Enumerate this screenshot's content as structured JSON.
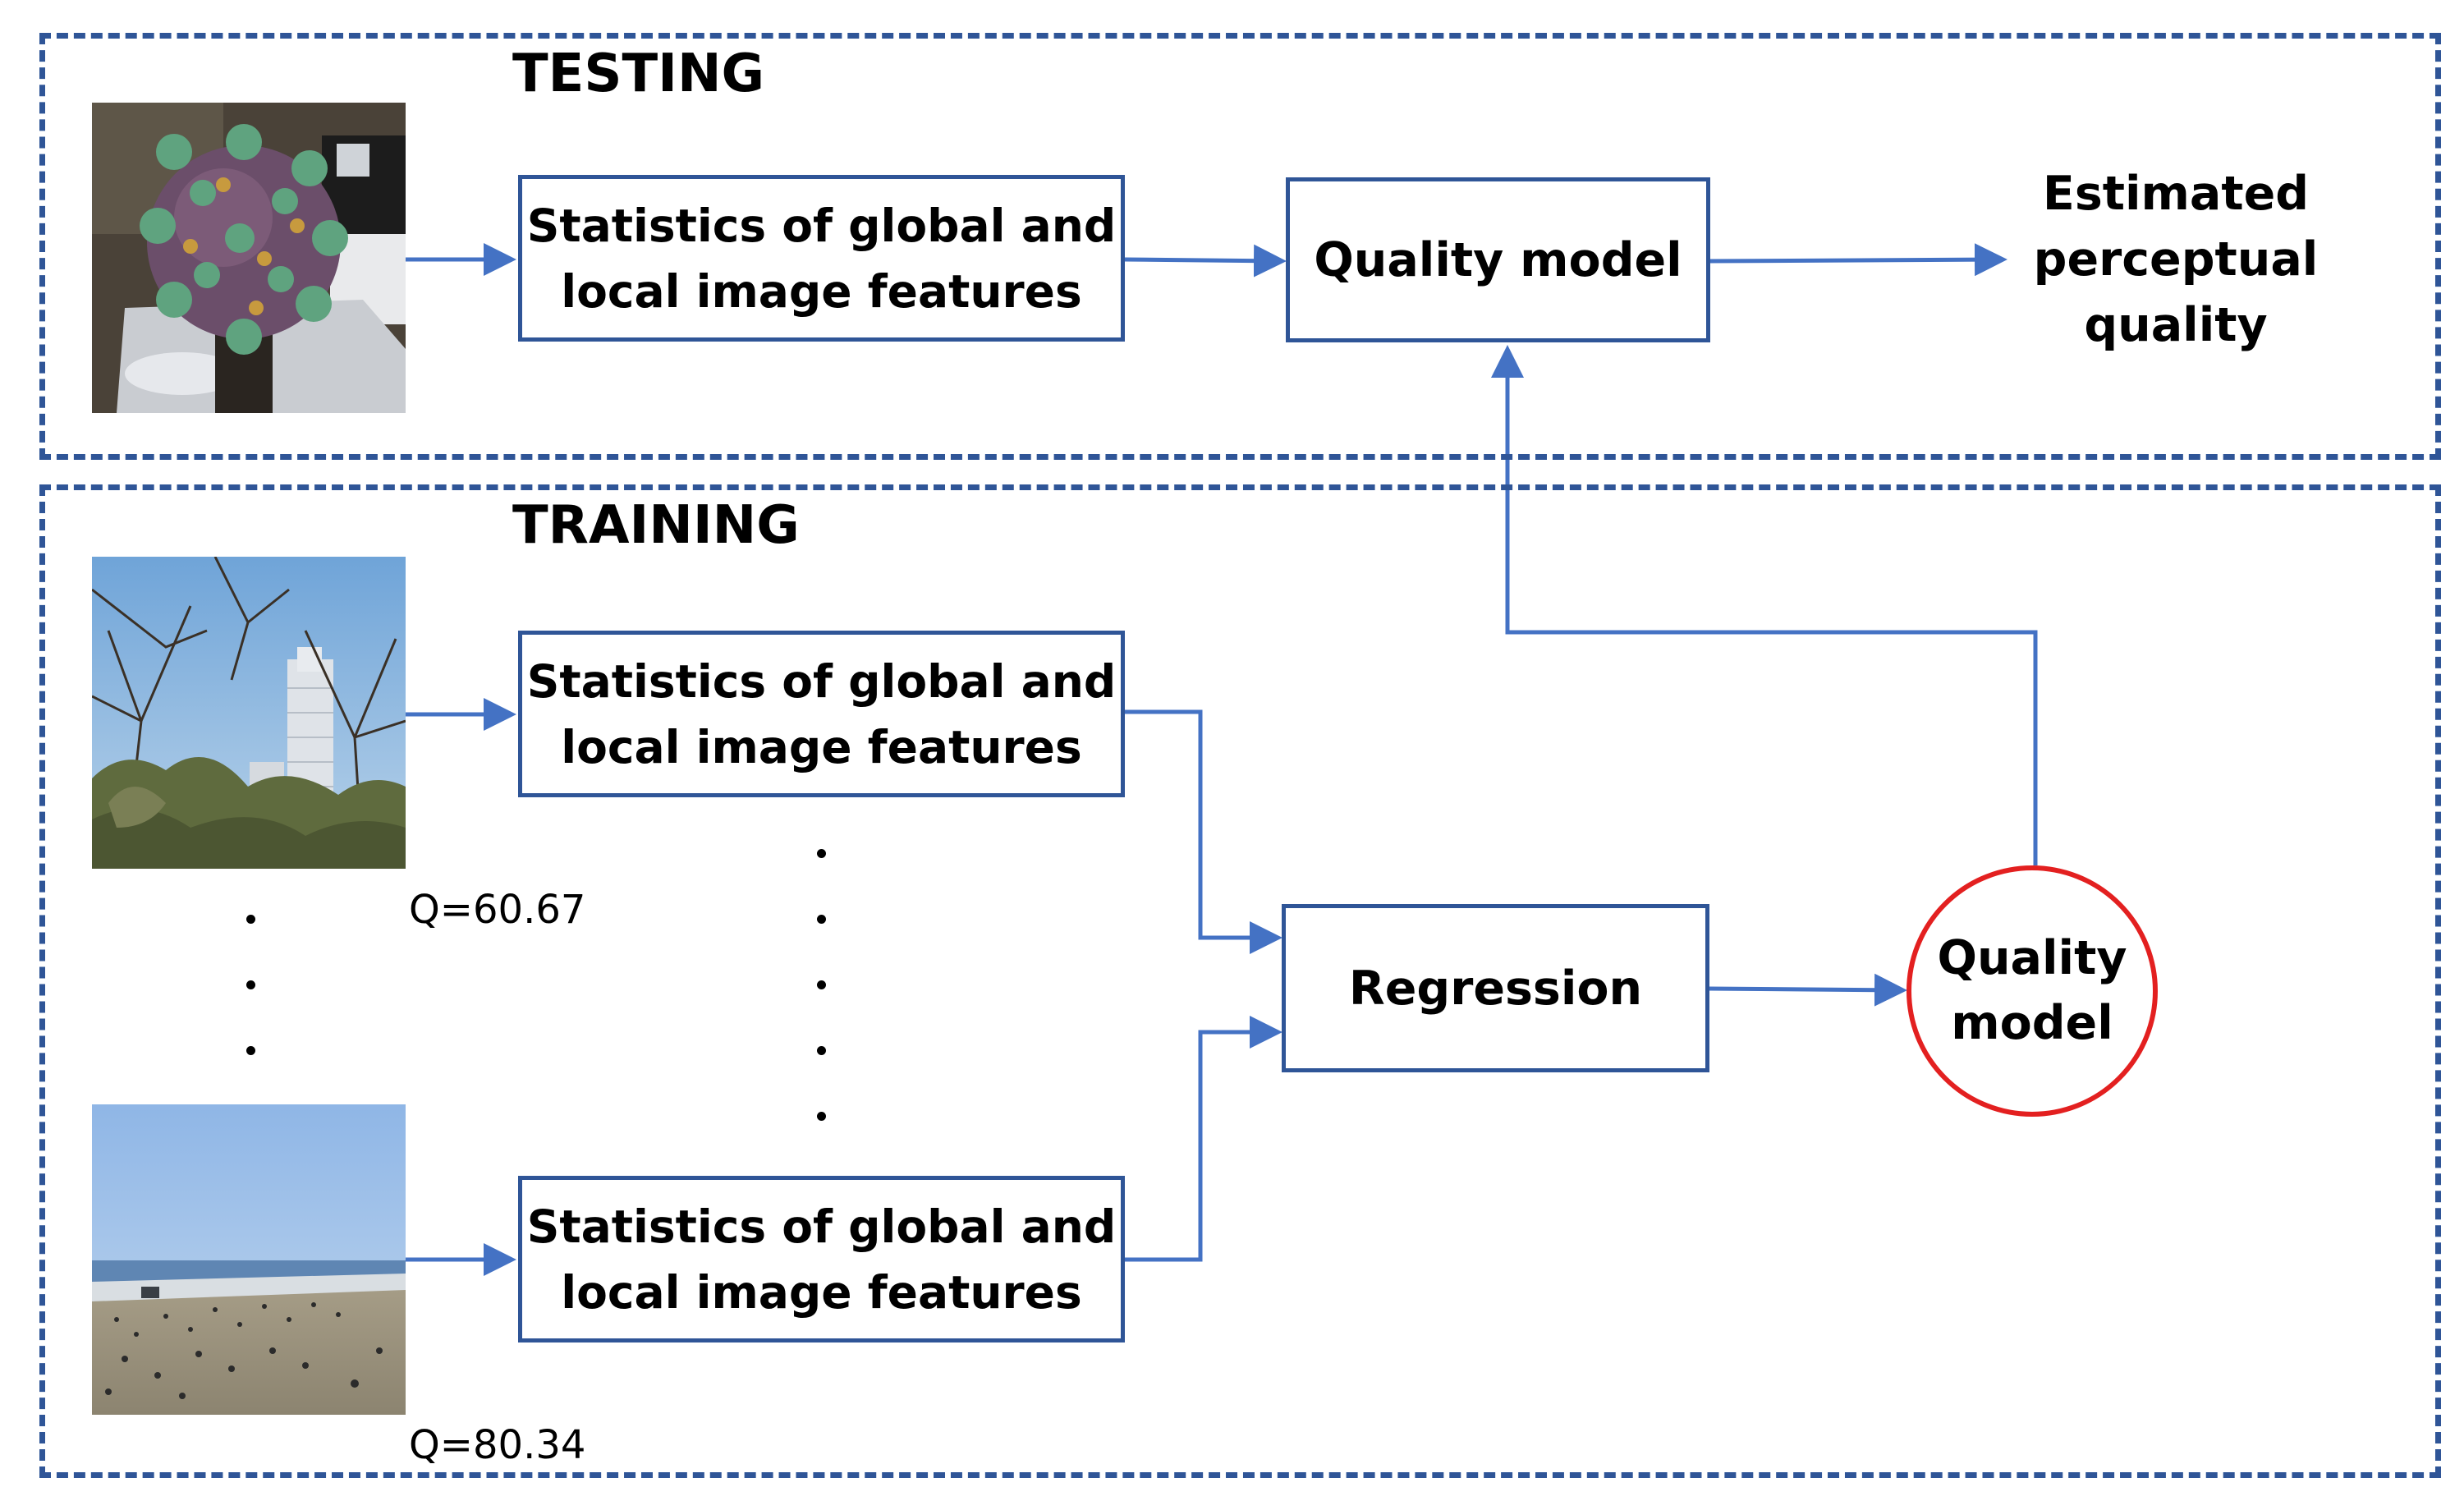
{
  "sections": {
    "testing_title": "TESTING",
    "training_title": "TRAINING"
  },
  "testing": {
    "features_box": {
      "line1": "Statistics of global and",
      "line2": "local image features"
    },
    "quality_model_box": "Quality model",
    "output": {
      "line1": "Estimated",
      "line2": "perceptual",
      "line3": "quality"
    }
  },
  "training": {
    "features_box_top": {
      "line1": "Statistics of global and",
      "line2": "local image features"
    },
    "features_box_bottom": {
      "line1": "Statistics of global and",
      "line2": "local image features"
    },
    "regression_box": "Regression",
    "quality_model_node": {
      "line1": "Quality",
      "line2": "model"
    },
    "score_top": "Q=60.67",
    "score_bottom": "Q=80.34"
  },
  "colors": {
    "frame": "#2f5597",
    "arrow": "#4472c4",
    "node_outline": "#e32020"
  }
}
